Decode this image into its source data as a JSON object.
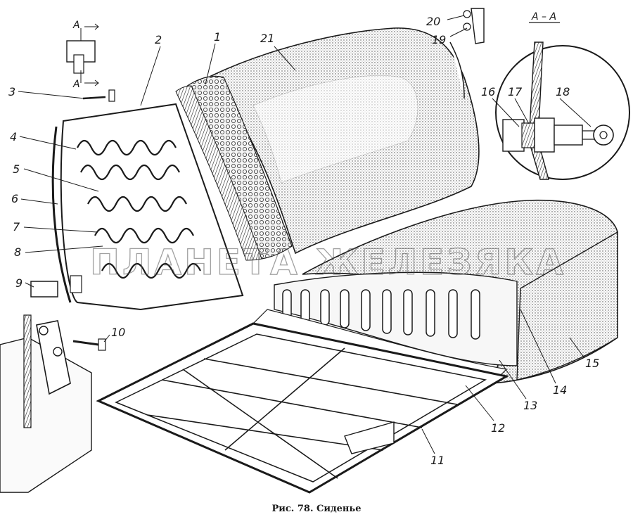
{
  "figure": {
    "caption": "Рис. 78. Сиденье",
    "watermark": "ПЛАНЕТА ЖЕЛЕЗЯКА"
  },
  "section": {
    "top_label": "A – A",
    "arrow_label_upper": "A",
    "arrow_label_lower": "A"
  },
  "callouts": [
    {
      "id": "c1",
      "label": "1"
    },
    {
      "id": "c2",
      "label": "2"
    },
    {
      "id": "c3",
      "label": "3"
    },
    {
      "id": "c4",
      "label": "4"
    },
    {
      "id": "c5",
      "label": "5"
    },
    {
      "id": "c6",
      "label": "6"
    },
    {
      "id": "c7",
      "label": "7"
    },
    {
      "id": "c8",
      "label": "8"
    },
    {
      "id": "c9",
      "label": "9"
    },
    {
      "id": "c10",
      "label": "10"
    },
    {
      "id": "c11",
      "label": "11"
    },
    {
      "id": "c12",
      "label": "12"
    },
    {
      "id": "c13",
      "label": "13"
    },
    {
      "id": "c14",
      "label": "14"
    },
    {
      "id": "c15",
      "label": "15"
    },
    {
      "id": "c16",
      "label": "16"
    },
    {
      "id": "c17",
      "label": "17"
    },
    {
      "id": "c18",
      "label": "18"
    },
    {
      "id": "c19",
      "label": "19"
    },
    {
      "id": "c20",
      "label": "20"
    },
    {
      "id": "c21",
      "label": "21"
    }
  ]
}
